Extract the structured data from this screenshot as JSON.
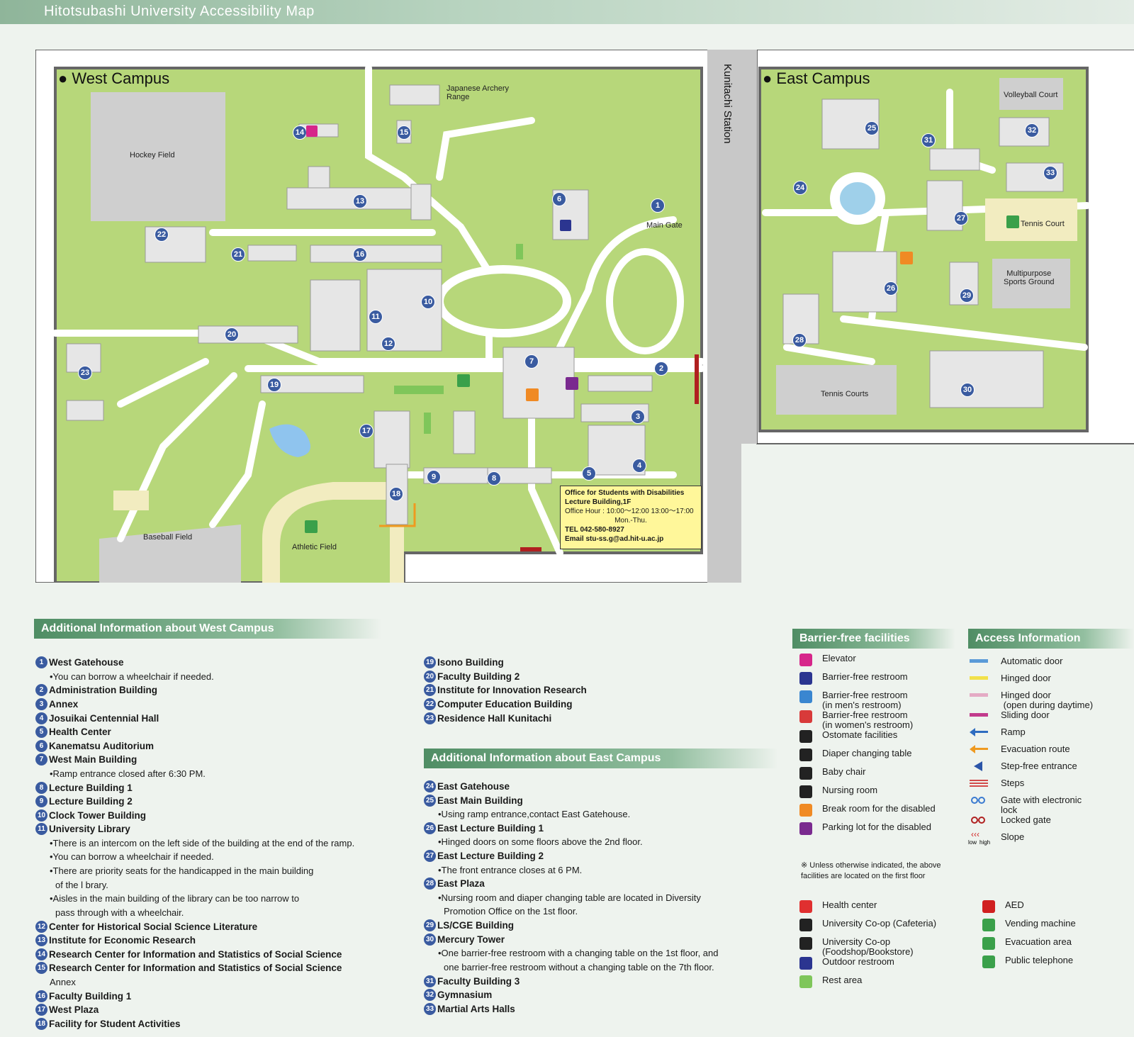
{
  "header": {
    "title": "Hitotsubashi University  Accessibility Map"
  },
  "map": {
    "west_campus": "West Campus",
    "east_campus": "East Campus",
    "station": "Kunitachi Station",
    "labels": {
      "hockey": "Hockey Field",
      "archery": "Japanese Archery\nRange",
      "main_gate": "Main Gate",
      "baseball": "Baseball Field",
      "athletic": "Athletic Field",
      "volleyball": "Volleyball Court",
      "tennis_court": "Tennis Court",
      "multipurpose": "Multipurpose\nSports Ground",
      "tennis_courts": "Tennis Courts"
    },
    "office": {
      "line1": "Office for Students with Disabilities",
      "line2": "Lecture Building,1F",
      "line3": "Office Hour : 10:00～12:00  13:00～17:00",
      "line4": "Mon.-Thu.",
      "line5": "TEL 042-580-8927",
      "line6": "Email stu-ss.g@ad.hit-u.ac.jp"
    }
  },
  "west_info": {
    "heading": "Additional Information about West Campus",
    "col1": [
      {
        "n": "1",
        "name": "West Gatehouse",
        "notes": [
          "•You can borrow a wheelchair if needed."
        ]
      },
      {
        "n": "2",
        "name": "Administration Building",
        "notes": []
      },
      {
        "n": "3",
        "name": "Annex",
        "notes": []
      },
      {
        "n": "4",
        "name": "Josuikai Centennial Hall",
        "notes": []
      },
      {
        "n": "5",
        "name": "Health Center",
        "notes": []
      },
      {
        "n": "6",
        "name": "Kanematsu Auditorium",
        "notes": []
      },
      {
        "n": "7",
        "name": "West Main Building",
        "notes": [
          "•Ramp entrance  closed after 6:30 PM."
        ]
      },
      {
        "n": "8",
        "name": "Lecture Building 1",
        "notes": []
      },
      {
        "n": "9",
        "name": "Lecture Building 2",
        "notes": []
      },
      {
        "n": "10",
        "name": "Clock Tower Building",
        "notes": []
      },
      {
        "n": "11",
        "name": "University Library",
        "notes": [
          "•There is an intercom on the left side of the building at the end of the ramp.",
          "•You can borrow a wheelchair if needed.",
          "•There are priority seats for the handicapped in the main building",
          "  of the l brary.",
          "•Aisles in the main building of the library can be too narrow to",
          "  pass through with a wheelchair."
        ]
      },
      {
        "n": "12",
        "name": "Center for Historical Social Science Literature",
        "notes": []
      },
      {
        "n": "13",
        "name": "Institute for Economic Research",
        "notes": []
      },
      {
        "n": "14",
        "name": "Research Center for Information and Statistics of Social Science",
        "notes": []
      },
      {
        "n": "15",
        "name": "Research Center for Information and Statistics of Social Science",
        "notes": [
          "Annex"
        ]
      },
      {
        "n": "16",
        "name": "Faculty Building 1",
        "notes": []
      },
      {
        "n": "17",
        "name": "West Plaza",
        "notes": []
      },
      {
        "n": "18",
        "name": "Facility for Student Activities",
        "notes": []
      }
    ],
    "col2": [
      {
        "n": "19",
        "name": "Isono Building"
      },
      {
        "n": "20",
        "name": "Faculty Building 2"
      },
      {
        "n": "21",
        "name": "Institute for Innovation Research"
      },
      {
        "n": "22",
        "name": "Computer Education Building"
      },
      {
        "n": "23",
        "name": "Residence Hall Kunitachi"
      }
    ]
  },
  "east_info": {
    "heading": "Additional Information about East Campus",
    "items": [
      {
        "n": "24",
        "name": "East Gatehouse",
        "notes": []
      },
      {
        "n": "25",
        "name": "East Main Building",
        "notes": [
          "•Using ramp entrance,contact East Gatehouse."
        ]
      },
      {
        "n": "26",
        "name": "East Lecture Building 1",
        "notes": [
          "•Hinged doors on some floors above the 2nd floor."
        ]
      },
      {
        "n": "27",
        "name": "East Lecture Building 2",
        "notes": [
          "•The front entrance closes at 6 PM."
        ]
      },
      {
        "n": "28",
        "name": "East Plaza",
        "notes": [
          "•Nursing room and diaper changing table are located in Diversity",
          "  Promotion Office on the 1st floor."
        ]
      },
      {
        "n": "29",
        "name": "LS/CGE Building",
        "notes": []
      },
      {
        "n": "30",
        "name": "Mercury Tower",
        "notes": [
          "•One barrier-free restroom with a changing table on the 1st floor, and",
          "  one barrier-free restroom without a changing table on the 7th floor."
        ]
      },
      {
        "n": "31",
        "name": "Faculty Building 3",
        "notes": []
      },
      {
        "n": "32",
        "name": "Gymnasium",
        "notes": []
      },
      {
        "n": "33",
        "name": "Martial Arts Halls",
        "notes": []
      }
    ]
  },
  "barrier_free": {
    "heading": "Barrier-free facilities",
    "items": [
      {
        "label": "Elevator",
        "color": "#d6268a",
        "icon": "elevator-icon"
      },
      {
        "label": "Barrier-free restroom",
        "color": "#2b3590",
        "icon": "wheelchair-icon"
      },
      {
        "label": "Barrier-free restroom\n(in men's restroom)",
        "color": "#3a86d0",
        "icon": "wheelchair-men-icon"
      },
      {
        "label": "Barrier-free restroom\n(in women's restroom)",
        "color": "#d83a3a",
        "icon": "wheelchair-women-icon"
      },
      {
        "label": "Ostomate facilities",
        "color": "#222222",
        "icon": "ostomate-icon"
      },
      {
        "label": "Diaper changing table",
        "color": "#222222",
        "icon": "diaper-icon"
      },
      {
        "label": "Baby chair",
        "color": "#222222",
        "icon": "baby-chair-icon"
      },
      {
        "label": "Nursing room",
        "color": "#222222",
        "icon": "nursing-icon"
      },
      {
        "label": "Break room for the disabled",
        "color": "#f08a24",
        "icon": "break-room-icon"
      },
      {
        "label": "Parking lot for the disabled",
        "color": "#7a2a8f",
        "icon": "parking-icon"
      }
    ],
    "footnote": "※ Unless otherwise indicated, the above\nfacilities are located on the first floor"
  },
  "access": {
    "heading": "Access Information",
    "items": [
      {
        "label": "Automatic door",
        "color": "#5a9ad8",
        "kind": "bar"
      },
      {
        "label": "Hinged door",
        "color": "#f2e14a",
        "kind": "bar"
      },
      {
        "label": "Hinged door\n (open during daytime)",
        "color": "#e4aac4",
        "kind": "bar"
      },
      {
        "label": "Sliding door",
        "color": "#c23b8c",
        "kind": "bar"
      },
      {
        "label": "Ramp",
        "color": "#2e6cc0",
        "kind": "arrow"
      },
      {
        "label": "Evacuation route",
        "color": "#ef9a20",
        "kind": "arrow"
      },
      {
        "label": "Step-free entrance",
        "color": "#2b55a8",
        "kind": "tri"
      },
      {
        "label": "Steps",
        "color": "#d24a4a",
        "kind": "steps"
      },
      {
        "label": "Gate with electronic\nlock",
        "color": "#3a7ad0",
        "kind": "gate"
      },
      {
        "label": "Locked gate",
        "color": "#b02020",
        "kind": "gate"
      },
      {
        "label": "Slope",
        "color": "#d02020",
        "kind": "slope"
      }
    ],
    "slope_low": "low",
    "slope_high": "high"
  },
  "other": {
    "left": [
      {
        "label": "Health center",
        "color": "#e03030",
        "icon": "health-center-icon"
      },
      {
        "label": "University Co-op (Cafeteria)",
        "color": "#222222",
        "icon": "cafeteria-icon"
      },
      {
        "label": "University Co-op\n(Foodshop/Bookstore)",
        "color": "#222222",
        "icon": "bookstore-icon"
      },
      {
        "label": "Outdoor restroom",
        "color": "#2b3590",
        "icon": "outdoor-restroom-icon"
      },
      {
        "label": "Rest area",
        "color": "#7fc65a",
        "icon": "rest-area-icon"
      }
    ],
    "right": [
      {
        "label": "AED",
        "color": "#d02020",
        "icon": "aed-icon"
      },
      {
        "label": "Vending machine",
        "color": "#3aa04a",
        "icon": "vending-icon"
      },
      {
        "label": "Evacuation area",
        "color": "#3aa04a",
        "icon": "evacuation-area-icon"
      },
      {
        "label": "Public telephone",
        "color": "#3aa04a",
        "icon": "telephone-icon"
      }
    ]
  }
}
